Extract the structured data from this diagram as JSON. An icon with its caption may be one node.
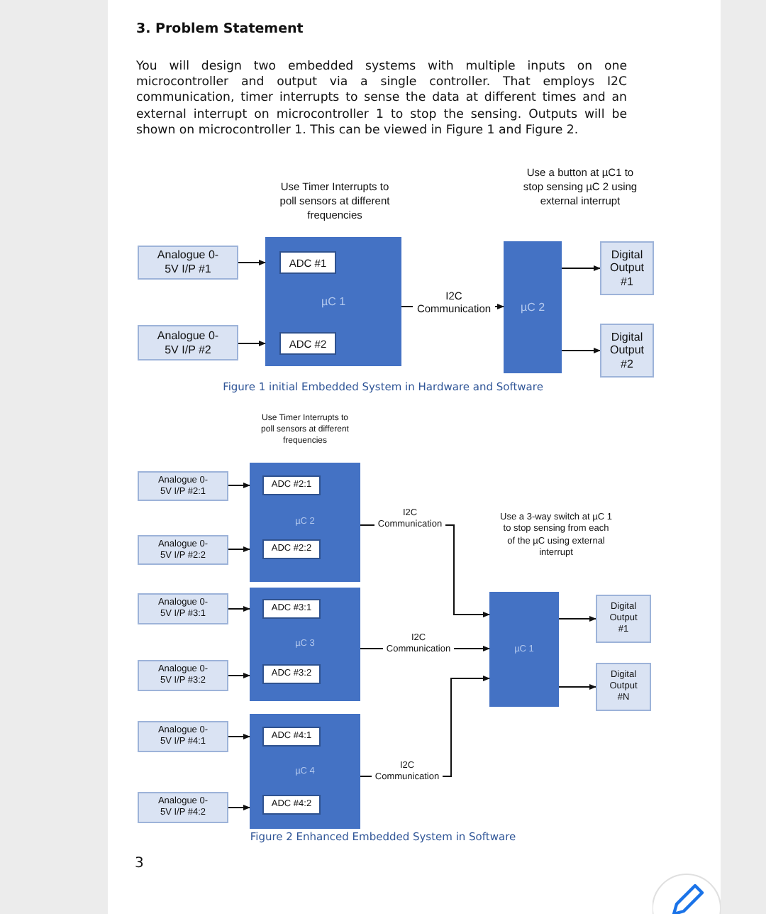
{
  "diagram": {
    "title": "3. Problem Statement",
    "nodes": [
      {
        "text": [
          "Analogue 0-5V I/P #1"
        ]
      },
      {
        "text": [
          "µC 1"
        ]
      },
      {
        "text": [
          "ADC #1"
        ],
        "in": 1
      },
      {
        "text": [
          "Analogue 0-5V I/P #2"
        ]
      },
      {
        "text": [
          "ADC #2"
        ],
        "in": 1
      },
      {
        "text": [
          "µC 2"
        ]
      },
      {
        "text": [
          "Digital Output #1"
        ]
      },
      {
        "text": [
          "Digital Output #2"
        ]
      },
      {
        "text": [
          "Analogue 0-5V I/P #2:1"
        ]
      },
      {
        "text": [
          "µC 2"
        ]
      },
      {
        "text": [
          "ADC #2:1"
        ],
        "in": 9
      },
      {
        "text": [
          "Analogue 0-5V I/P #2:2"
        ]
      },
      {
        "text": [
          "ADC #2:2"
        ],
        "in": 9
      },
      {
        "text": [
          "Analogue 0-5V I/P #3:1"
        ]
      },
      {
        "text": [
          "µC 3"
        ]
      },
      {
        "text": [
          "ADC #3:1"
        ],
        "in": 14
      },
      {
        "text": [
          "Analogue 0-5V I/P #3:2"
        ]
      },
      {
        "text": [
          "ADC #3:2"
        ],
        "in": 14
      },
      {
        "text": [
          "Analogue 0-5V I/P #4:1"
        ]
      },
      {
        "text": [
          "µC 4"
        ]
      },
      {
        "text": [
          "ADC #4:1"
        ],
        "in": 19
      },
      {
        "text": [
          "Analogue 0-5V I/P #4:2"
        ]
      },
      {
        "text": [
          "ADC #4:2"
        ],
        "in": 19
      },
      {
        "text": [
          "µC 1"
        ]
      },
      {
        "text": [
          "Digital Output #1"
        ]
      },
      {
        "text": [
          "Digital Output #N"
        ]
      }
    ],
    "edges": [
      {
        "from": 0,
        "to": 1,
        "arrow": "to"
      },
      {
        "from": 3,
        "to": 1,
        "arrow": "to"
      },
      {
        "from": 1,
        "to": 5,
        "arrow": "to",
        "label": "I2C Communication"
      },
      {
        "from": 5,
        "to": 6,
        "arrow": "to"
      },
      {
        "from": 5,
        "to": 7,
        "arrow": "to"
      },
      {
        "from": 8,
        "to": 9,
        "arrow": "to"
      },
      {
        "from": 11,
        "to": 9,
        "arrow": "to"
      },
      {
        "from": 13,
        "to": 14,
        "arrow": "to"
      },
      {
        "from": 16,
        "to": 14,
        "arrow": "to"
      },
      {
        "from": 18,
        "to": 19,
        "arrow": "to"
      },
      {
        "from": 21,
        "to": 19,
        "arrow": "to"
      },
      {
        "from": 9,
        "to": 23,
        "arrow": "to",
        "label": "I2C Communication"
      },
      {
        "from": 14,
        "to": 23,
        "arrow": "to",
        "label": "I2C Communication"
      },
      {
        "from": 19,
        "to": 23,
        "arrow": "to",
        "label": "I2C Communication"
      },
      {
        "from": 23,
        "to": 24,
        "arrow": "to"
      },
      {
        "from": 23,
        "to": 25,
        "arrow": "to"
      }
    ],
    "labels": [
      "You will design two embedded systems with multiple inputs on one microcontroller and output via a single controller. That employs I2C communication, timer interrupts to sense the data at different times and an external interrupt on microcontroller 1 to stop the sensing. Outputs will be shown on microcontroller 1. This can be viewed in Figure 1 and Figure 2.",
      "Use Timer Interrupts to poll sensors at different frequencies",
      "Use a button at µC1 to stop sensing µC 2 using external interrupt",
      "Figure 1 initial Embedded System in Hardware and Software",
      "Use Timer Interrupts to poll sensors at different frequencies",
      "Use a 3-way switch at µC 1 to stop sensing from each of the µC using external interrupt",
      "Figure 2 Enhanced Embedded System in Software",
      "3"
    ]
  }
}
